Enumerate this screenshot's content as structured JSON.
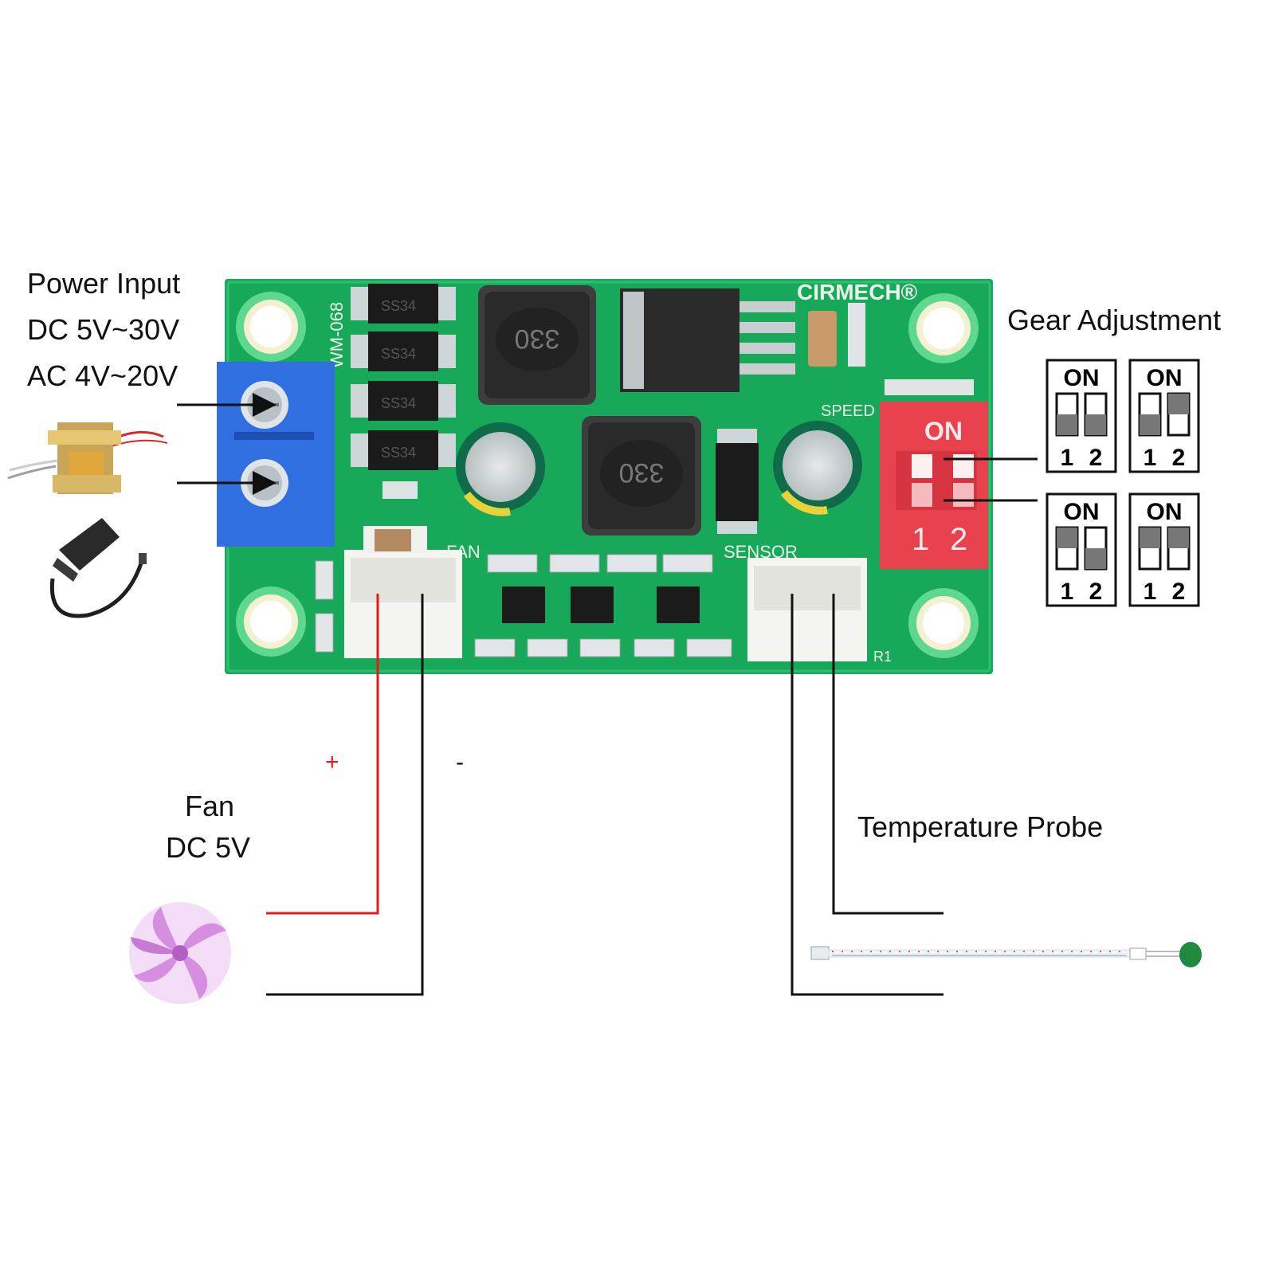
{
  "labels": {
    "power_title": "Power Input",
    "power_dc": "DC 5V~30V",
    "power_ac": "AC 4V~20V",
    "gear_title": "Gear Adjustment",
    "fan_title": "Fan",
    "fan_voltage": "DC 5V",
    "probe_title": "Temperature  Probe",
    "plus": "+",
    "minus": "-"
  },
  "board": {
    "model": "WM-068",
    "brand": "CIRMECH®",
    "inductor_1": "330",
    "inductor_2": "330",
    "diode_text": "SS34",
    "fan_silk": "FAN",
    "sensor_silk": "SENSOR",
    "speed_silk": "SPEED",
    "r1_silk": "R1",
    "dip_on": "ON",
    "dip_1": "1",
    "dip_2": "2"
  },
  "gear_states": [
    {
      "on": "ON",
      "n1": "1",
      "n2": "2"
    },
    {
      "on": "ON",
      "n1": "1",
      "n2": "2"
    },
    {
      "on": "ON",
      "n1": "1",
      "n2": "2"
    },
    {
      "on": "ON",
      "n1": "1",
      "n2": "2"
    }
  ],
  "colors": {
    "pcb": "#18a85a",
    "terminal": "#2f6fe0",
    "dip": "#e8424f",
    "wire_positive": "#e01b1b",
    "wire_black": "#111111",
    "fan_blade": "#d58ee0"
  }
}
